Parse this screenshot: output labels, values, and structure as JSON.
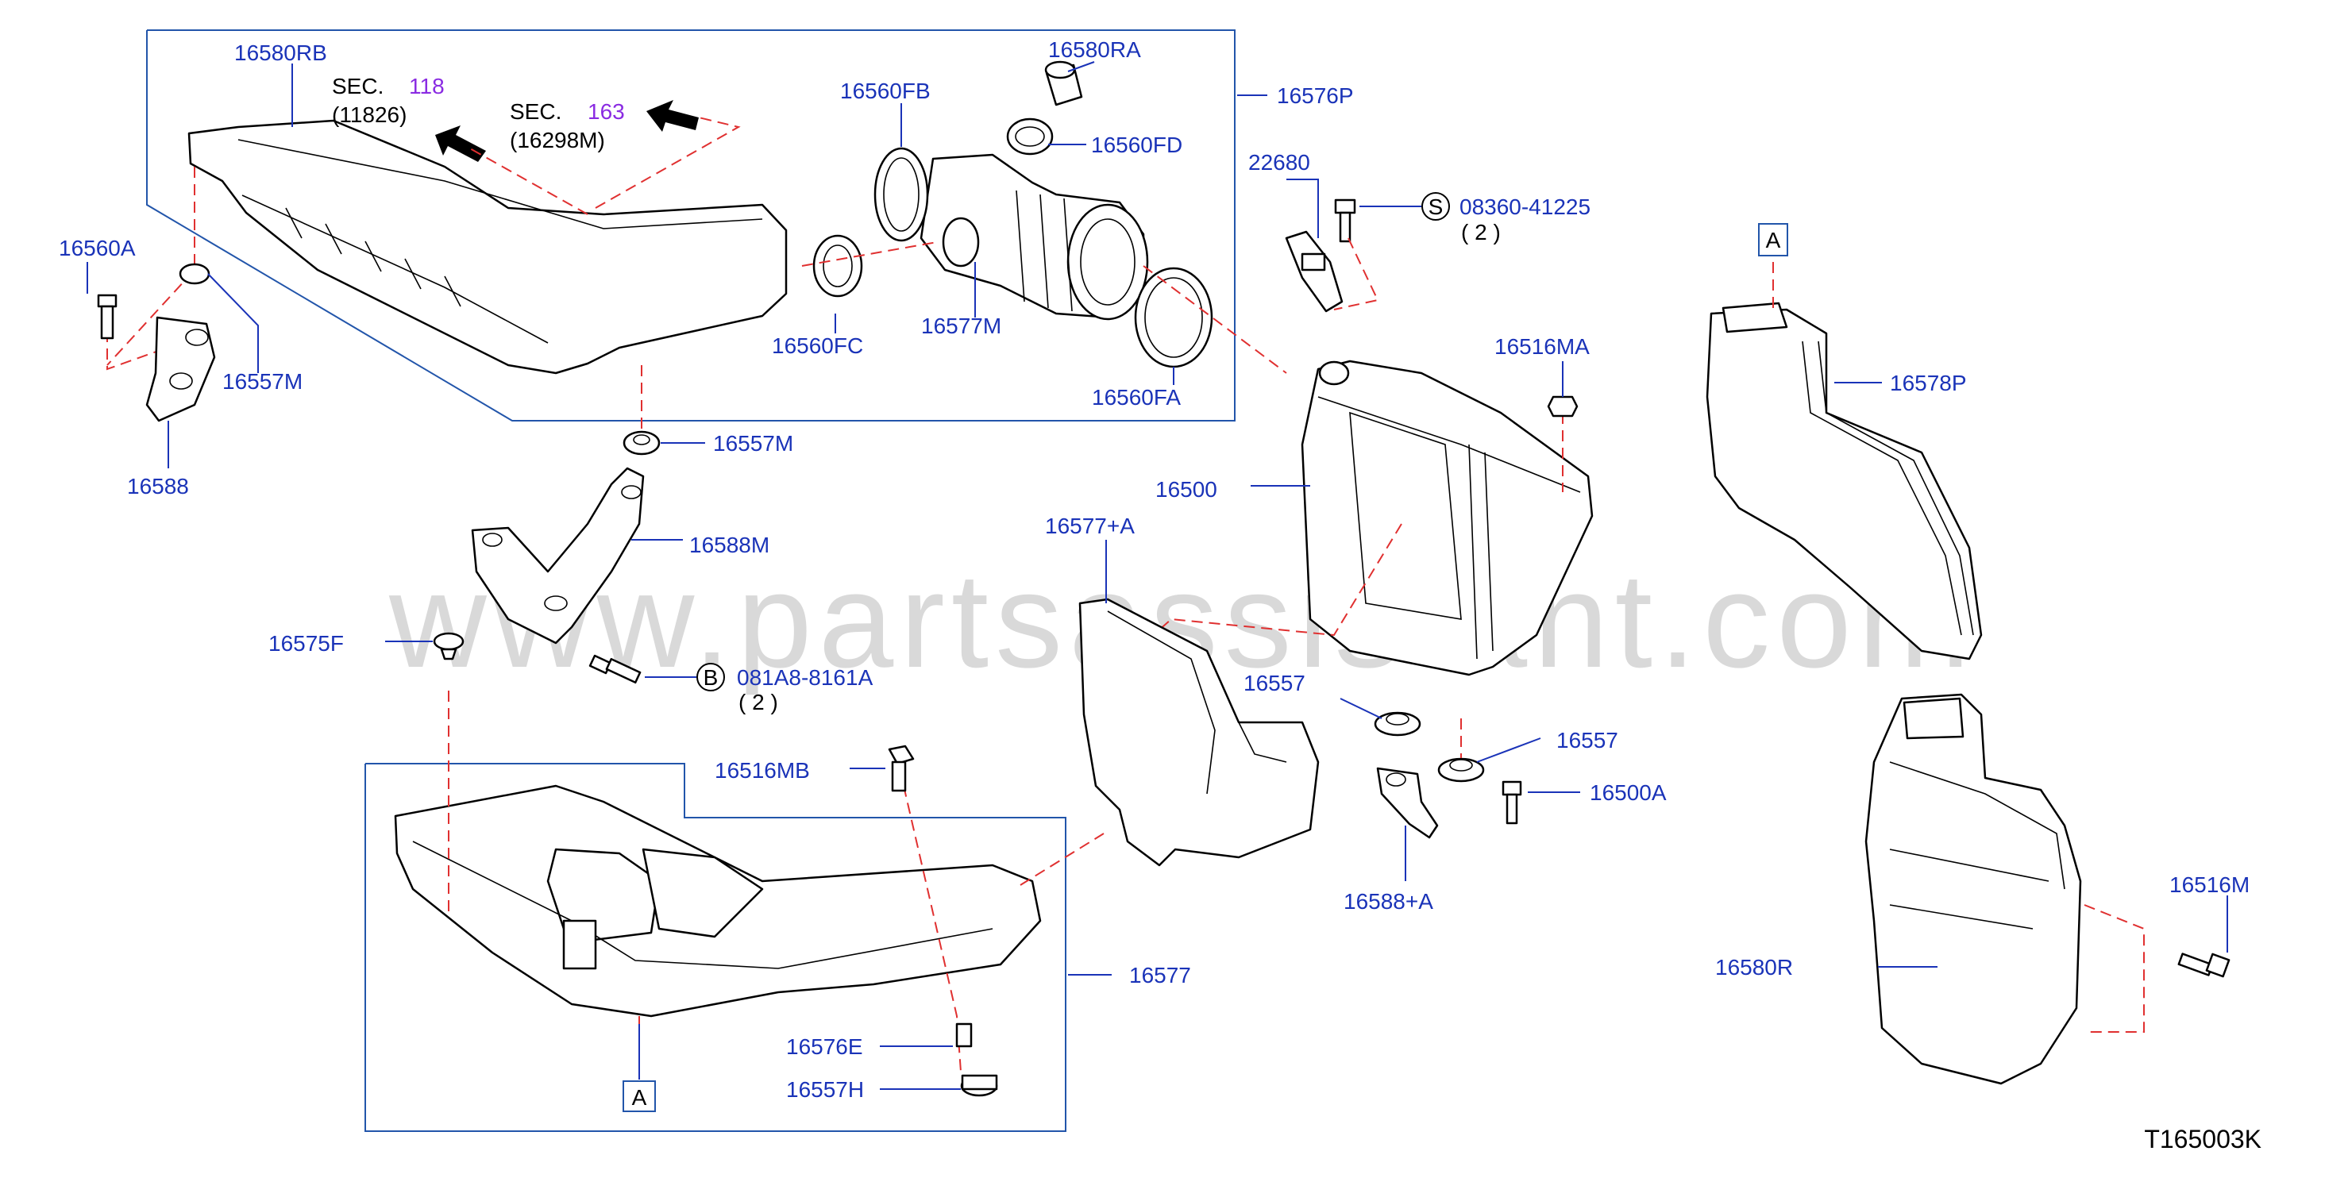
{
  "watermark": "www.partsassistant.com",
  "diagram_code": "T165003K",
  "section_refs": [
    {
      "id": "sec118",
      "prefix": "SEC.",
      "number": "118",
      "sub": "(11826)"
    },
    {
      "id": "sec163",
      "prefix": "SEC.",
      "number": "163",
      "sub": "(16298M)"
    }
  ],
  "callouts": {
    "s_letter": "S",
    "s_part": "08360-41225",
    "s_qty": "( 2 )",
    "b_letter": "B",
    "b_part": "081A8-8161A",
    "b_qty": "( 2 )"
  },
  "ref_markers": {
    "a_top": "A",
    "a_bottom": "A"
  },
  "parts": {
    "p16580RB": "16580RB",
    "p16580RA": "16580RA",
    "p16560FB": "16560FB",
    "p16560FD": "16560FD",
    "p16576P": "16576P",
    "p16560A": "16560A",
    "p16557M_a": "16557M",
    "p16588": "16588",
    "p16560FC": "16560FC",
    "p16577M": "16577M",
    "p16560FA": "16560FA",
    "p16557M_b": "16557M",
    "p16588M": "16588M",
    "p22680": "22680",
    "p16516MA": "16516MA",
    "p16500": "16500",
    "p16577A": "16577+A",
    "p16575F": "16575F",
    "p16557": "16557",
    "p16557b": "16557",
    "p16500A": "16500A",
    "p16588A": "16588+A",
    "p16516MB": "16516MB",
    "p16577": "16577",
    "p16576E": "16576E",
    "p16557H": "16557H",
    "p16578P": "16578P",
    "p16516M": "16516M",
    "p16580R": "16580R"
  },
  "colors": {
    "part_label": "#1a33b8",
    "frame": "#2255aa",
    "center_line": "#e03030",
    "section_number": "#8a2be2"
  }
}
